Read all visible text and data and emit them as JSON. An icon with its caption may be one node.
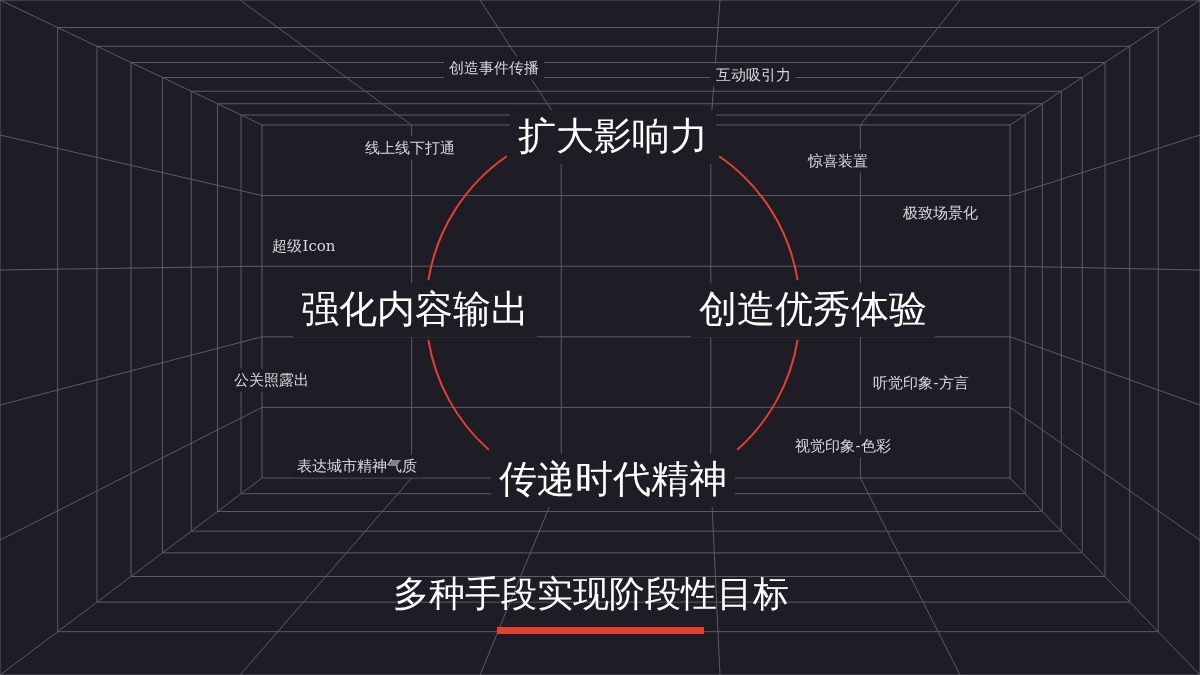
{
  "diagram": {
    "title": "多种手段实现阶段性目标",
    "nodes": [
      {
        "text": [
          "扩大影响力"
        ]
      },
      {
        "text": [
          "强化内容输出"
        ]
      },
      {
        "text": [
          "创造优秀体验"
        ]
      },
      {
        "text": [
          "传递时代精神"
        ]
      }
    ],
    "edges": [
      {
        "from": 0,
        "to": 2,
        "arrow": "none"
      },
      {
        "from": 2,
        "to": 3,
        "arrow": "none"
      },
      {
        "from": 3,
        "to": 1,
        "arrow": "none"
      },
      {
        "from": 1,
        "to": 0,
        "arrow": "none"
      }
    ],
    "labels": [
      "创造事件传播",
      "互动吸引力",
      "线上线下打通",
      "惊喜装置",
      "极致场景化",
      "超级Icon",
      "公关照露出",
      "听觉印象-方言",
      "视觉印象-色彩",
      "表达城市精神气质"
    ]
  }
}
